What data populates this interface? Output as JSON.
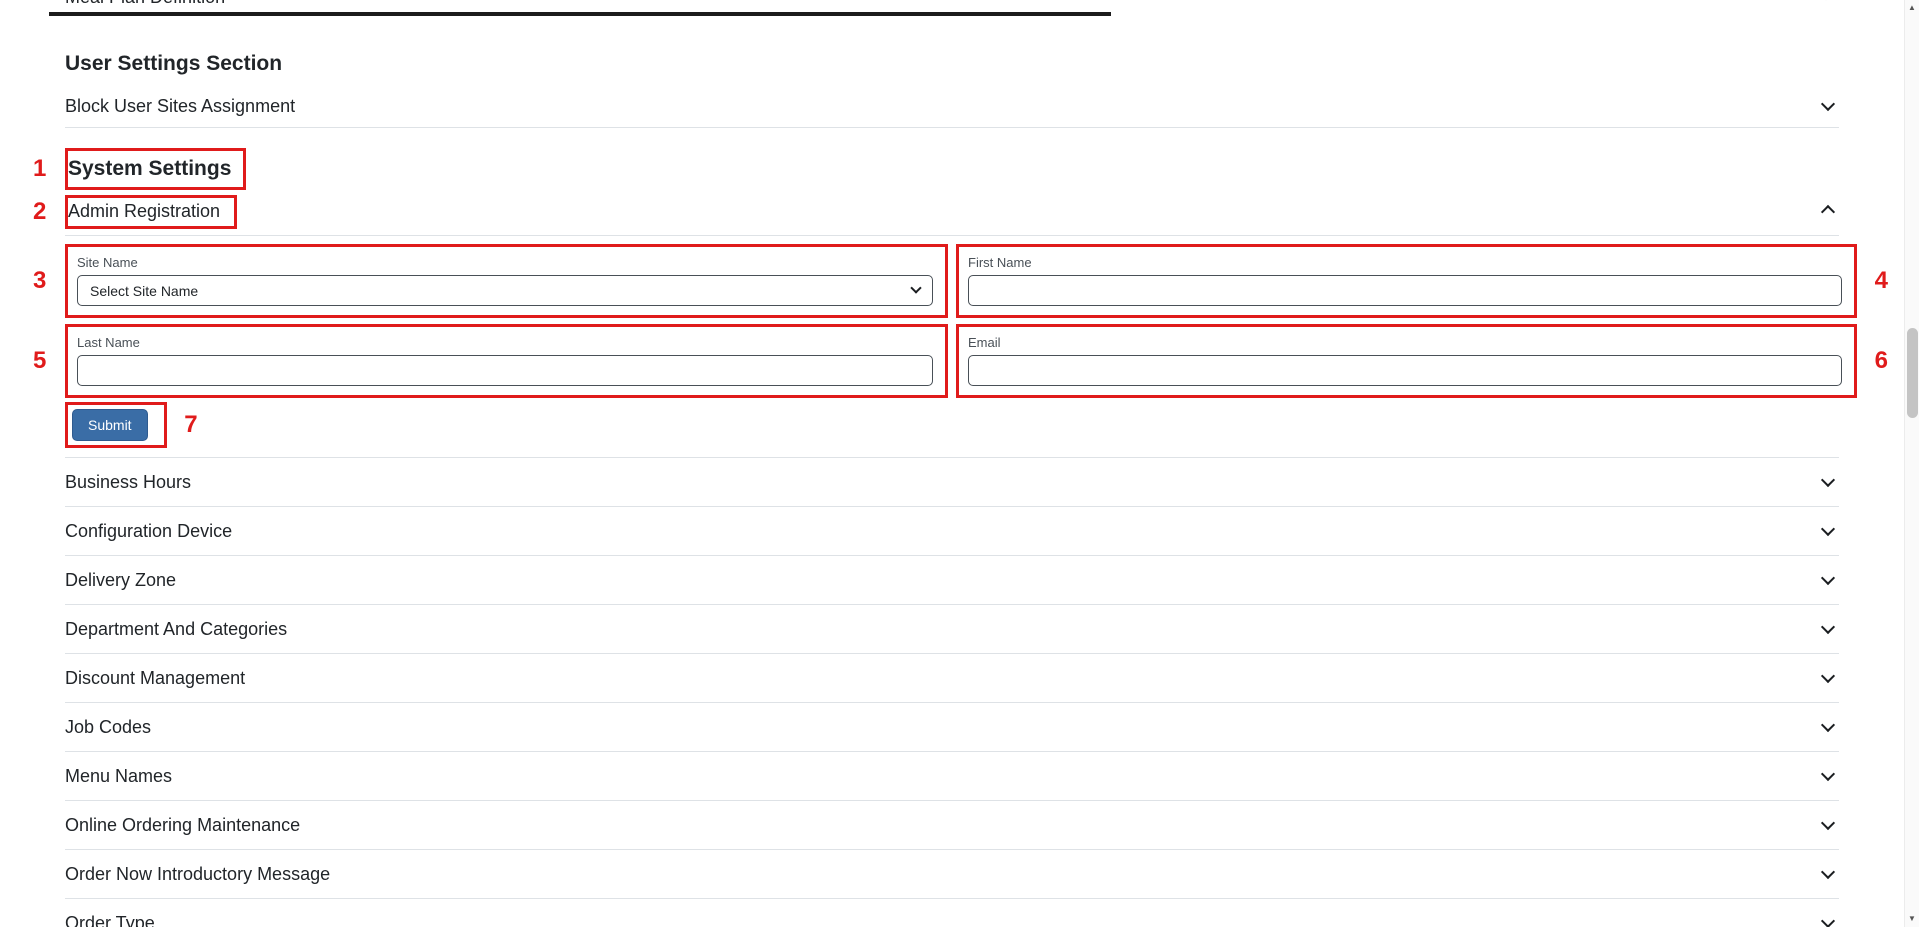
{
  "top_partial": {
    "label": "Meal Plan Definition"
  },
  "user_settings": {
    "title": "User Settings Section",
    "items": [
      {
        "label": "Block User Sites Assignment"
      }
    ]
  },
  "system_settings": {
    "title": "System Settings",
    "admin_registration": {
      "label": "Admin Registration",
      "site_name_label": "Site Name",
      "site_name_value": "Select Site Name",
      "first_name_label": "First Name",
      "first_name_value": "",
      "last_name_label": "Last Name",
      "last_name_value": "",
      "email_label": "Email",
      "email_value": "",
      "submit_label": "Submit"
    },
    "items": [
      "Business Hours",
      "Configuration Device",
      "Delivery Zone",
      "Department And Categories",
      "Discount Management",
      "Job Codes",
      "Menu Names",
      "Online Ordering Maintenance",
      "Order Now Introductory Message",
      "Order Type"
    ]
  },
  "annotations": {
    "n1": "1",
    "n2": "2",
    "n3": "3",
    "n4": "4",
    "n5": "5",
    "n6": "6",
    "n7": "7"
  },
  "colors": {
    "annotation_red": "#e01b1b",
    "submit_blue": "#3a6da6",
    "divider_gray": "#dee2e6",
    "text_dark": "#212529"
  }
}
